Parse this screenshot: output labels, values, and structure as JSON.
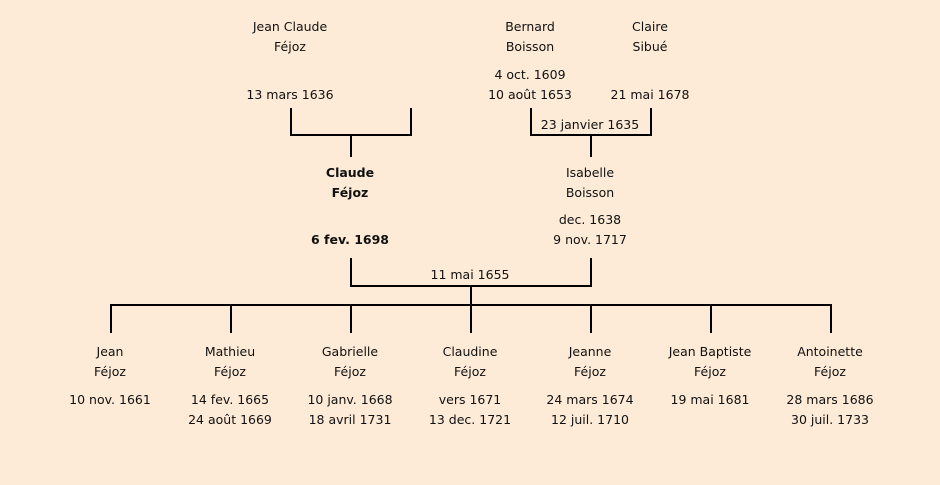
{
  "grandparents": {
    "paternal_father": {
      "first": "Jean Claude",
      "last": "Féjoz",
      "line1": "",
      "line2": "13 mars 1636"
    },
    "maternal_father": {
      "first": "Bernard",
      "last": "Boisson",
      "line1": "4 oct. 1609",
      "line2": "10 août 1653"
    },
    "maternal_mother": {
      "first": "Claire",
      "last": "Sibué",
      "line2": "21 mai 1678"
    },
    "maternal_marriage": "23 janvier 1635"
  },
  "parents": {
    "father": {
      "first": "Claude",
      "last": "Féjoz",
      "line2": "6 fev. 1698"
    },
    "mother": {
      "first": "Isabelle",
      "last": "Boisson",
      "line1": "dec. 1638",
      "line2": "9 nov. 1717"
    },
    "marriage": "11 mai 1655"
  },
  "children": [
    {
      "first": "Jean",
      "last": "Féjoz",
      "line1": "10 nov. 1661",
      "line2": ""
    },
    {
      "first": "Mathieu",
      "last": "Féjoz",
      "line1": "14 fev. 1665",
      "line2": "24 août 1669"
    },
    {
      "first": "Gabrielle",
      "last": "Féjoz",
      "line1": "10 janv. 1668",
      "line2": "18 avril 1731"
    },
    {
      "first": "Claudine",
      "last": "Féjoz",
      "line1": "vers 1671",
      "line2": "13 dec. 1721"
    },
    {
      "first": "Jeanne",
      "last": "Féjoz",
      "line1": "24 mars 1674",
      "line2": "12 juil. 1710"
    },
    {
      "first": "Jean Baptiste",
      "last": "Féjoz",
      "line1": "19 mai 1681",
      "line2": ""
    },
    {
      "first": "Antoinette",
      "last": "Féjoz",
      "line1": "28 mars 1686",
      "line2": "30 juil. 1733"
    }
  ]
}
